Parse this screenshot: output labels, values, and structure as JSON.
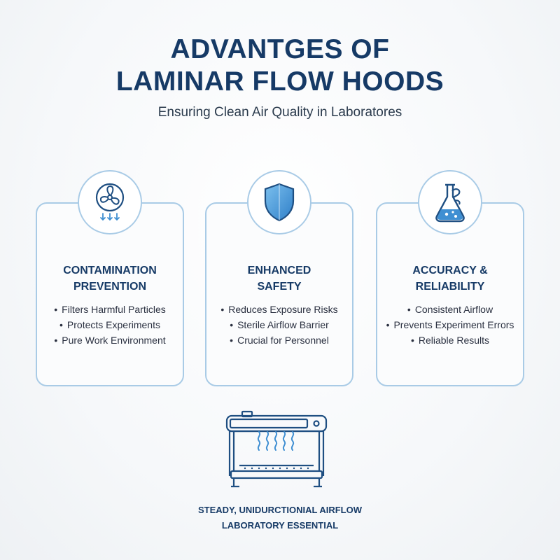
{
  "header": {
    "title_line1": "ADVANTGES OF",
    "title_line2": "LAMINAR FLOW HOODS",
    "subtitle": "Ensuring Clean Air Quality in Laboratores"
  },
  "cards": [
    {
      "icon": "fan-airflow-icon",
      "title_line1": "CONTAMINATION",
      "title_line2": "PREVENTION",
      "bullets": [
        "Filters Harmful Particles",
        "Protects Experiments",
        "Pure Work Environment"
      ]
    },
    {
      "icon": "shield-icon",
      "title_line1": "ENHANCED",
      "title_line2": "SAFETY",
      "bullets": [
        "Reduces Exposure Risks",
        "Sterile Airflow Barrier",
        "Crucial for Personnel"
      ]
    },
    {
      "icon": "flask-icon",
      "title_line1": "ACCURACY &",
      "title_line2": "RELIABILITY",
      "bullets": [
        "Consistent Airflow",
        "Prevents Experiment Errors",
        "Reliable Results"
      ]
    }
  ],
  "footer": {
    "illustration": "laminar-flow-hood-icon",
    "line1": "STEADY, UNIDURCTIONIAL AIRFLOW",
    "line2": "LABORATORY ESSENTIAL"
  },
  "colors": {
    "primary": "#163a66",
    "accent": "#3f8fd2",
    "card_border": "#a9cbe6"
  }
}
